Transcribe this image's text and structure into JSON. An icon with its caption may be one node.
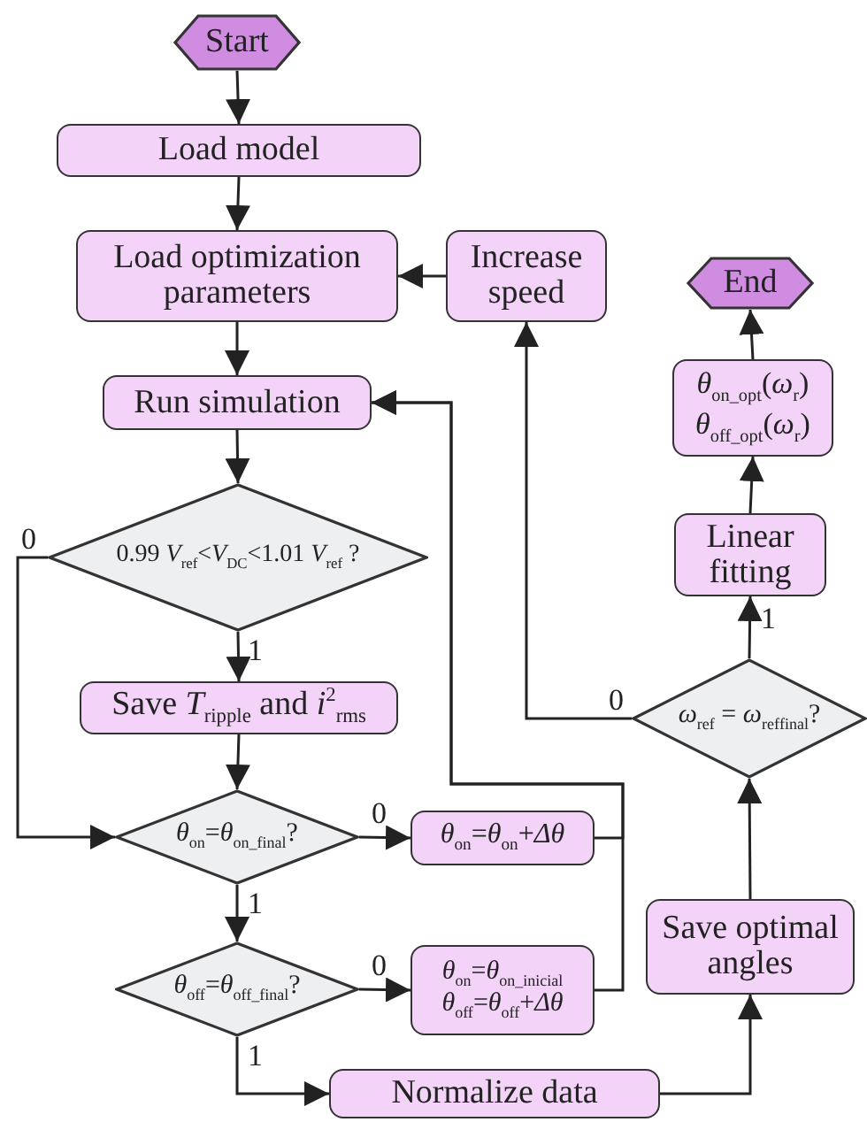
{
  "diagram": {
    "nodes": [
      {
        "text": [
          "Start"
        ]
      },
      {
        "text": [
          "Load model"
        ]
      },
      {
        "text": [
          "Load optimization parameters"
        ]
      },
      {
        "text": [
          "Increase speed"
        ]
      },
      {
        "text": [
          "Run simulation"
        ]
      },
      {
        "text": [
          "0.99 *V*$_{ref}$<*V*$_{DC}$<1.01 *V*$_{ref}$ ?"
        ]
      },
      {
        "text": [
          "Save *T*$_{ripple}$ and *i*$^{2}$$_{rms}$"
        ]
      },
      {
        "text": [
          "*θ*$_{on}$=*θ*$_{on_final}$?"
        ]
      },
      {
        "text": [
          "*θ*$_{on}$=*θ*$_{on}$+*Δθ*"
        ]
      },
      {
        "text": [
          "*θ*$_{off}$=*θ*$_{off_final}$?"
        ]
      },
      {
        "text": [
          "*θ*$_{on}$=*θ*$_{on_inicial}$",
          "*θ*$_{off}$=*θ*$_{off}$+*Δθ*"
        ]
      },
      {
        "text": [
          "Normalize data"
        ]
      },
      {
        "text": [
          "Save optimal angles"
        ]
      },
      {
        "text": [
          "*ω*$_{ref}$ = *ω*$_{ref}$$_{final}$?"
        ]
      },
      {
        "text": [
          "Linear fitting"
        ]
      },
      {
        "text": [
          "*θ*$_{on_opt}$(*ω*$_{r}$)",
          "*θ*$_{off_opt}$(*ω*$_{r}$)"
        ]
      },
      {
        "text": [
          "End"
        ]
      }
    ],
    "edges": [
      {
        "from": 0,
        "to": 1,
        "arrow": "to"
      },
      {
        "from": 1,
        "to": 2,
        "arrow": "to"
      },
      {
        "from": 3,
        "to": 2,
        "arrow": "to"
      },
      {
        "from": 2,
        "to": 4,
        "arrow": "to"
      },
      {
        "from": 4,
        "to": 5,
        "arrow": "to"
      },
      {
        "from": 5,
        "to": 6,
        "arrow": "to",
        "label": "1"
      },
      {
        "from": 5,
        "to": 7,
        "arrow": "to",
        "label": "0"
      },
      {
        "from": 6,
        "to": 7,
        "arrow": "to"
      },
      {
        "from": 7,
        "to": 8,
        "arrow": "to",
        "label": "0"
      },
      {
        "from": 7,
        "to": 9,
        "arrow": "to",
        "label": "1"
      },
      {
        "from": 9,
        "to": 10,
        "arrow": "to",
        "label": "0"
      },
      {
        "from": 9,
        "to": 11,
        "arrow": "to",
        "label": "1"
      },
      {
        "from": 8,
        "to": 4,
        "arrow": "to"
      },
      {
        "from": 10,
        "to": 4,
        "arrow": "to"
      },
      {
        "from": 11,
        "to": 12,
        "arrow": "to"
      },
      {
        "from": 12,
        "to": 13,
        "arrow": "to"
      },
      {
        "from": 13,
        "to": 14,
        "arrow": "to",
        "label": "1"
      },
      {
        "from": 14,
        "to": 15,
        "arrow": "to"
      },
      {
        "from": 15,
        "to": 16,
        "arrow": "to"
      },
      {
        "from": 13,
        "to": 3,
        "arrow": "to",
        "label": "0"
      }
    ]
  }
}
